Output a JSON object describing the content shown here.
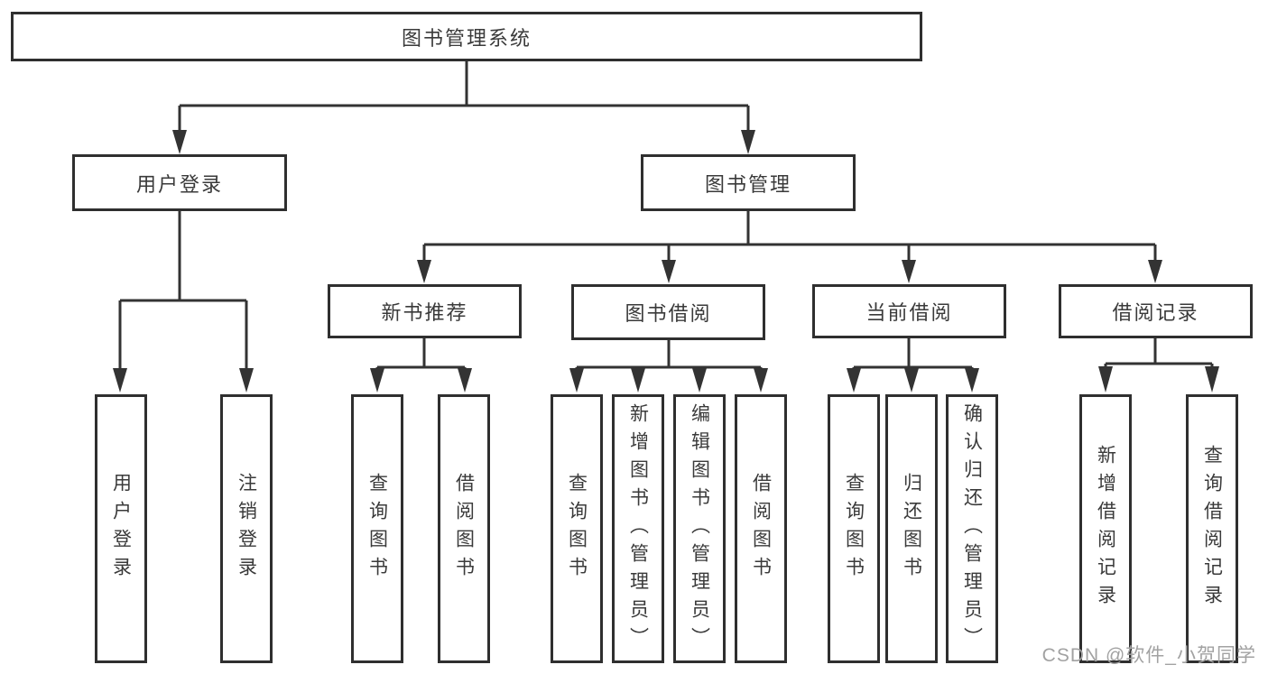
{
  "tree": {
    "label": "图书管理系统",
    "children": [
      {
        "label": "用户登录",
        "children": [
          {
            "label": "用户登录"
          },
          {
            "label": "注销登录"
          }
        ]
      },
      {
        "label": "图书管理",
        "children": [
          {
            "label": "新书推荐",
            "children": [
              {
                "label": "查询图书"
              },
              {
                "label": "借阅图书"
              }
            ]
          },
          {
            "label": "图书借阅",
            "children": [
              {
                "label": "查询图书"
              },
              {
                "label": "新增图书（管理员）"
              },
              {
                "label": "编辑图书（管理员）"
              },
              {
                "label": "借阅图书"
              }
            ]
          },
          {
            "label": "当前借阅",
            "children": [
              {
                "label": "查询图书"
              },
              {
                "label": "归还图书"
              },
              {
                "label": "确认归还（管理员）"
              }
            ]
          },
          {
            "label": "借阅记录",
            "children": [
              {
                "label": "新增借阅记录"
              },
              {
                "label": "查询借阅记录"
              }
            ]
          }
        ]
      }
    ]
  },
  "watermark": {
    "text": "CSDN @软件_小贺同学"
  },
  "colors": {
    "line": "#333333",
    "border": "#2f2f2f",
    "text": "#3a3a3a",
    "watermark": "#a2a2a2",
    "background": "#ffffff"
  }
}
